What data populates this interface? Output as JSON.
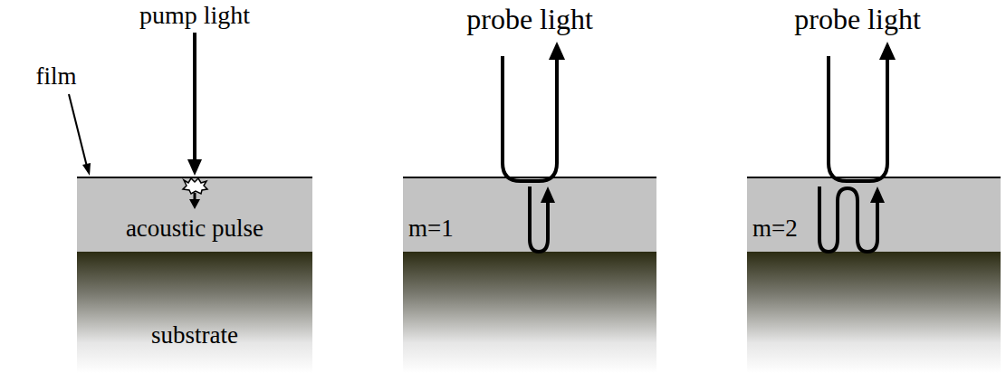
{
  "diagram": {
    "nodes": [
      {
        "text": [
          "acoustic pulse"
        ]
      },
      {
        "text": [
          "substrate"
        ]
      },
      {
        "text": [
          "m=1"
        ]
      },
      {
        "text": [
          "m=2"
        ]
      }
    ],
    "labels": [
      "pump light",
      "film",
      "probe light",
      "probe light"
    ]
  }
}
